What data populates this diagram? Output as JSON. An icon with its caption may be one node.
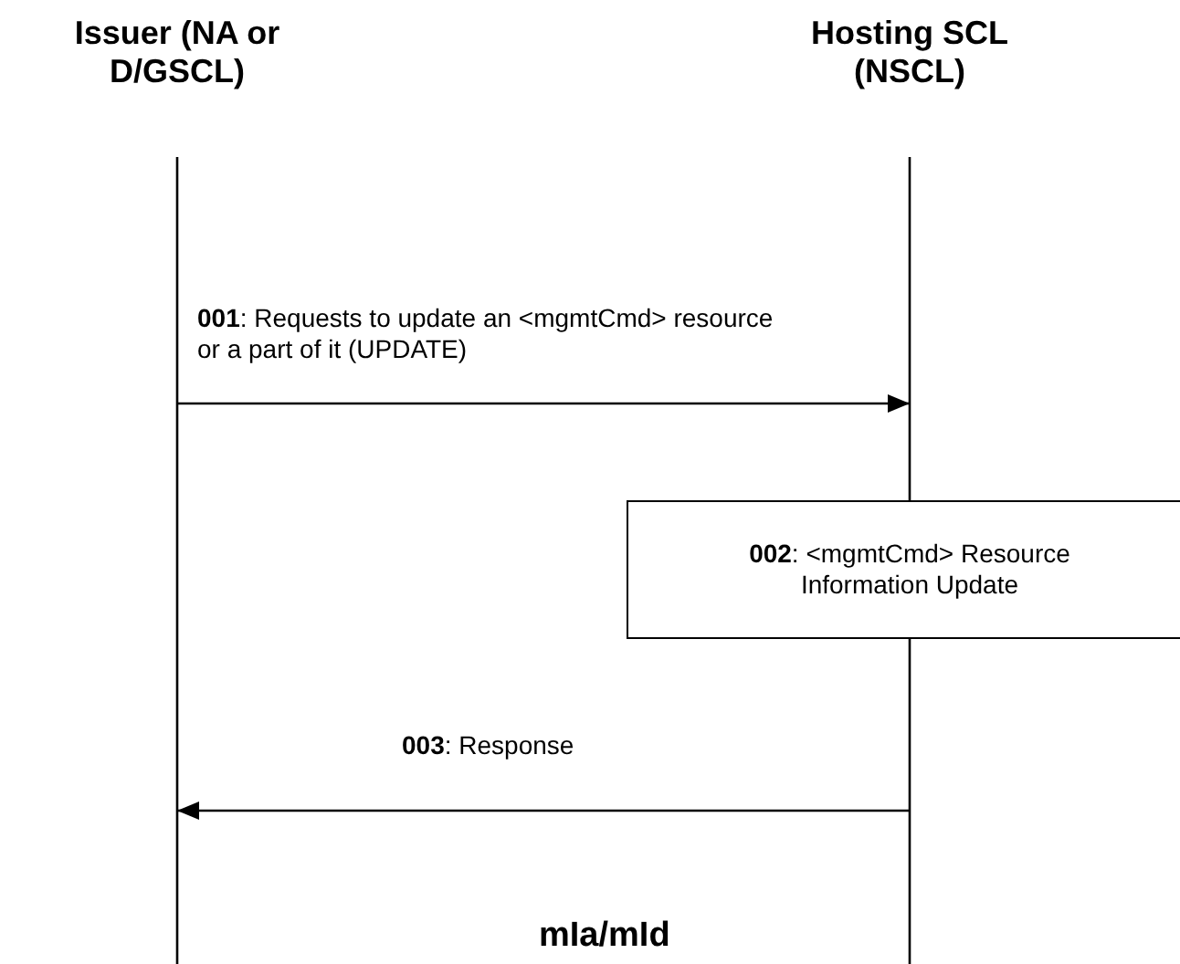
{
  "diagram": {
    "nodes": [
      {
        "text": [
          "Issuer (NA or D/GSCL)"
        ]
      },
      {
        "text": [
          "Hosting SCL (NSCL)"
        ]
      },
      {
        "text": [
          "**002**: <mgmtCmd> Resource Information Update"
        ]
      }
    ],
    "edges": [
      {
        "from": 0,
        "to": 1,
        "arrow": "to",
        "label": "**001**: Requests to update an <mgmtCmd> resource or a part of it (UPDATE)"
      },
      {
        "from": 1,
        "to": 0,
        "arrow": "to",
        "label": "**003**: Response"
      }
    ],
    "labels": [
      "mIa/mId"
    ]
  }
}
